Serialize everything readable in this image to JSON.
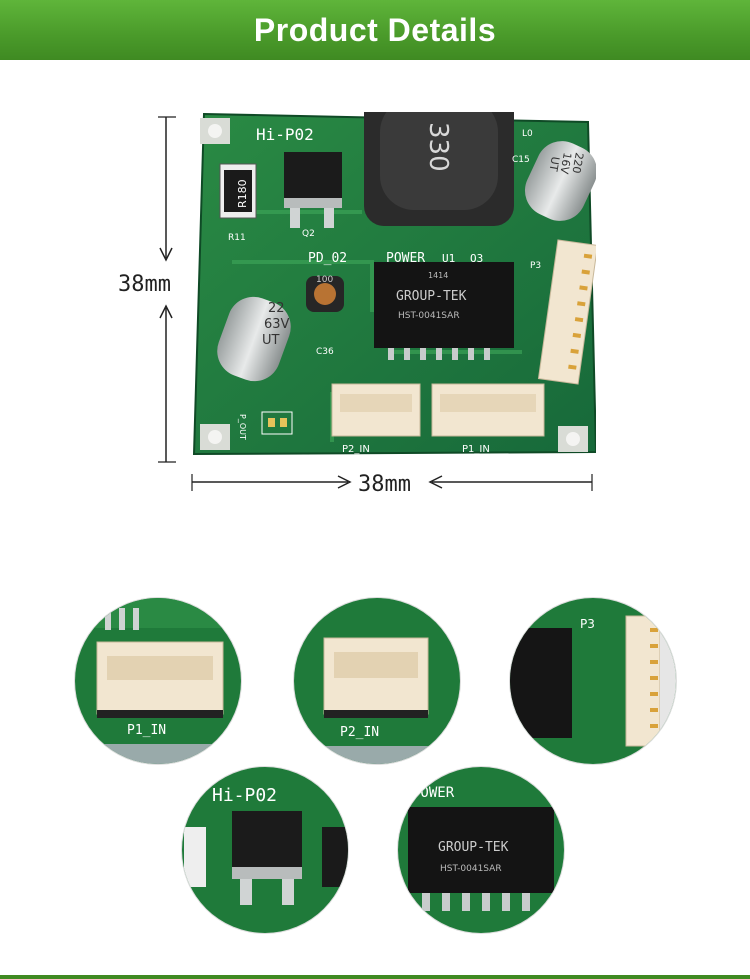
{
  "header": {
    "title": "Product Details"
  },
  "board": {
    "model": "Hi-P02",
    "resistor_code": "R180",
    "resistor_ref": "R11",
    "inductor_large": "330",
    "inductor_small": "100",
    "cap_right_value": "220",
    "cap_right_voltage": "16V",
    "cap_right_brand": "UT",
    "cap_right_ref": "C15",
    "cap_left_value": "22",
    "cap_left_voltage": "63V",
    "cap_left_brand": "UT",
    "cap_left_ref": "C36",
    "transformer_brand": "GROUP-TEK",
    "transformer_part": "HST-0041SAR",
    "transformer_code": "1414",
    "silk_power": "POWER",
    "silk_pd": "PD_02",
    "silk_u1": "U1",
    "silk_q3": "Q3",
    "silk_q2": "Q2",
    "silk_l0": "L0",
    "silk_p3": "P3",
    "silk_p1": "P1_IN",
    "silk_p2": "P2_IN",
    "silk_out": "P_OUT"
  },
  "dimensions": {
    "height": "38mm",
    "width": "38mm"
  },
  "details": [
    {
      "label": "P1_IN"
    },
    {
      "label": "P2_IN"
    },
    {
      "label": "P3"
    },
    {
      "label": "Hi-P02"
    },
    {
      "label": "POWER"
    }
  ],
  "colors": {
    "header_green": "#4a9a2a",
    "pcb_green": "#1f7a3a",
    "connector": "#f2e6d0"
  }
}
